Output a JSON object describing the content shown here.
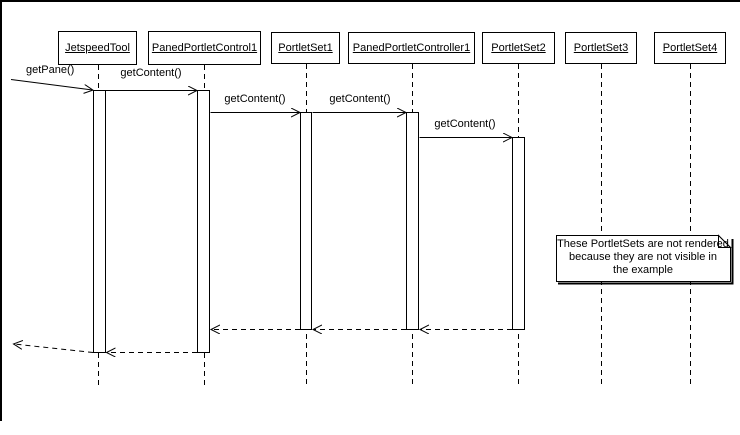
{
  "diagram": {
    "type": "uml-sequence",
    "participants": [
      {
        "label": "JetspeedTool"
      },
      {
        "label": "PanedPortletControl1"
      },
      {
        "label": "PortletSet1"
      },
      {
        "label": "PanedPortletController1"
      },
      {
        "label": "PortletSet2"
      },
      {
        "label": "PortletSet3"
      },
      {
        "label": "PortletSet4"
      }
    ],
    "messages": [
      {
        "label": "getPane()",
        "from": "external",
        "to": "JetspeedTool"
      },
      {
        "label": "getContent()",
        "from": "JetspeedTool",
        "to": "PanedPortletControl1"
      },
      {
        "label": "getContent()",
        "from": "PanedPortletControl1",
        "to": "PortletSet1"
      },
      {
        "label": "getContent()",
        "from": "PortletSet1",
        "to": "PanedPortletController1"
      },
      {
        "label": "getContent()",
        "from": "PanedPortletController1",
        "to": "PortletSet2"
      }
    ],
    "returns": [
      {
        "from": "PortletSet2",
        "to": "PanedPortletController1"
      },
      {
        "from": "PanedPortletController1",
        "to": "PortletSet1"
      },
      {
        "from": "PortletSet1",
        "to": "PanedPortletControl1"
      },
      {
        "from": "PanedPortletControl1",
        "to": "JetspeedTool"
      },
      {
        "from": "JetspeedTool",
        "to": "external"
      }
    ],
    "note": {
      "lines": [
        "These PortletSets are not rendered",
        "because they are not visible in",
        "the example"
      ]
    },
    "colors": {
      "line": "#000000",
      "background": "#ffffff"
    }
  }
}
